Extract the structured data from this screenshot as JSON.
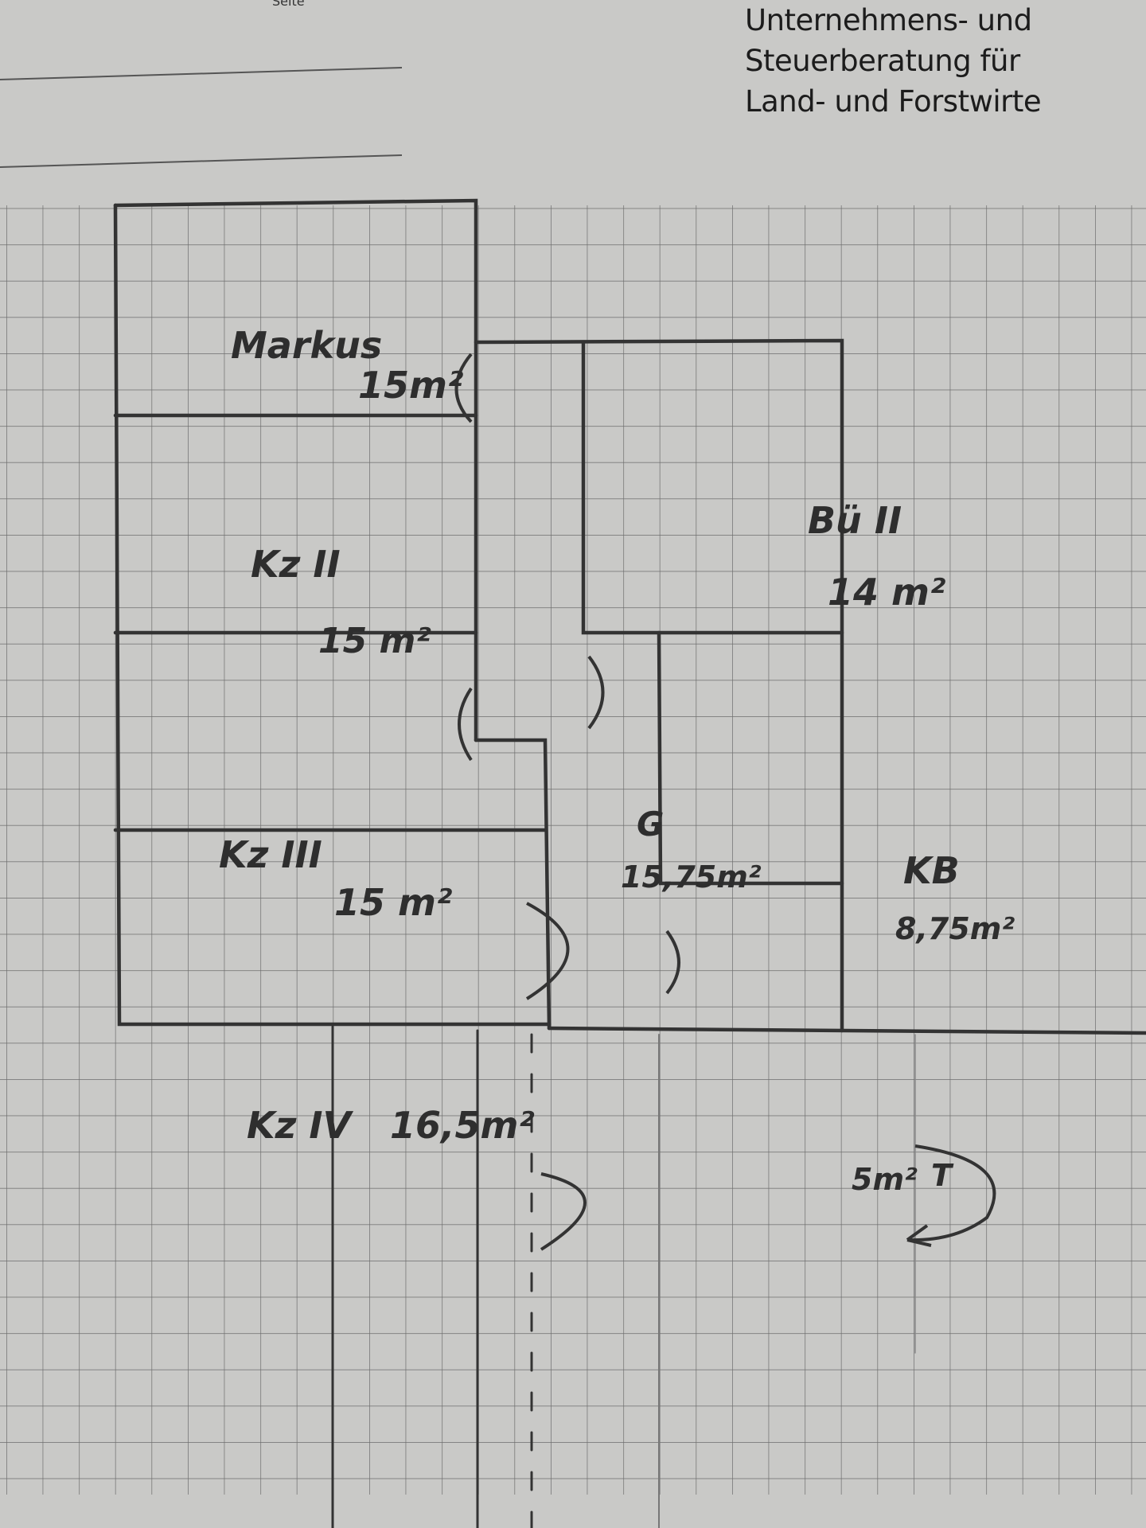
{
  "letterhead": {
    "page_label": "Seite",
    "lines": [
      "Unternehmens- und",
      "Steuerberatung für",
      "Land- und Forstwirte"
    ]
  },
  "floor_plan": {
    "rooms": [
      {
        "name": "Markus",
        "area": "15m²"
      },
      {
        "name": "Kz II",
        "area": "15 m²"
      },
      {
        "name": "Kz III",
        "area": "15 m²"
      },
      {
        "name": "Kz IV",
        "area": "16,5m²"
      },
      {
        "name": "Bü II",
        "area": "14 m²"
      },
      {
        "name": "G",
        "area": "15,75m²"
      },
      {
        "name": "KB",
        "area": "8,75m²"
      },
      {
        "name": "T",
        "area": "5m²"
      }
    ]
  }
}
